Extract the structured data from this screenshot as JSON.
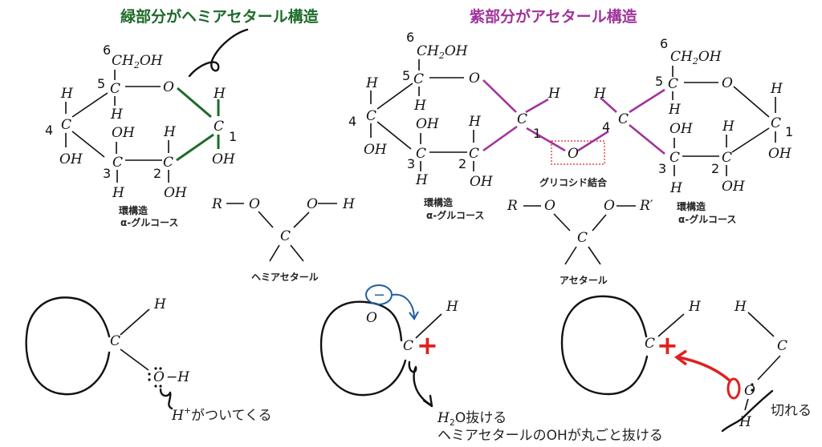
{
  "titles": {
    "hemiacetal_note": "緑部分がヘミアセタール構造",
    "acetal_note": "紫部分がアセタール構造"
  },
  "atoms": {
    "C": "C",
    "H": "H",
    "O": "O",
    "OH": "OH",
    "R": "R",
    "R_prime": "R′",
    "CH": "CH",
    "sub2": "2",
    "minus_H": "−H"
  },
  "carbon_numbers": {
    "n1": "1",
    "n2": "2",
    "n3": "3",
    "n4": "4",
    "n5": "5",
    "n6": "6"
  },
  "labels": {
    "ring_structure": "環構造",
    "alpha_glucose": "α-グルコース",
    "hemiacetal": "ヘミアセタール",
    "acetal": "アセタール",
    "glycosidic_bond": "グリコシド結合"
  },
  "mechanism": {
    "proton_H": "H",
    "proton_plus": "+",
    "proton_text": "がついてくる",
    "water_H": "H",
    "water_2": "2",
    "water_text": "O抜ける",
    "oh_leaves": "ヘミアセタールのOHが丸ごと抜ける",
    "bond_breaks": "切れる",
    "negative_sign": "−",
    "positive_sign": "+"
  },
  "colors": {
    "hemiacetal": "#1e6b2a",
    "acetal": "#a0349c",
    "highlight": "#e02020",
    "electron": "#1f5fa0"
  }
}
